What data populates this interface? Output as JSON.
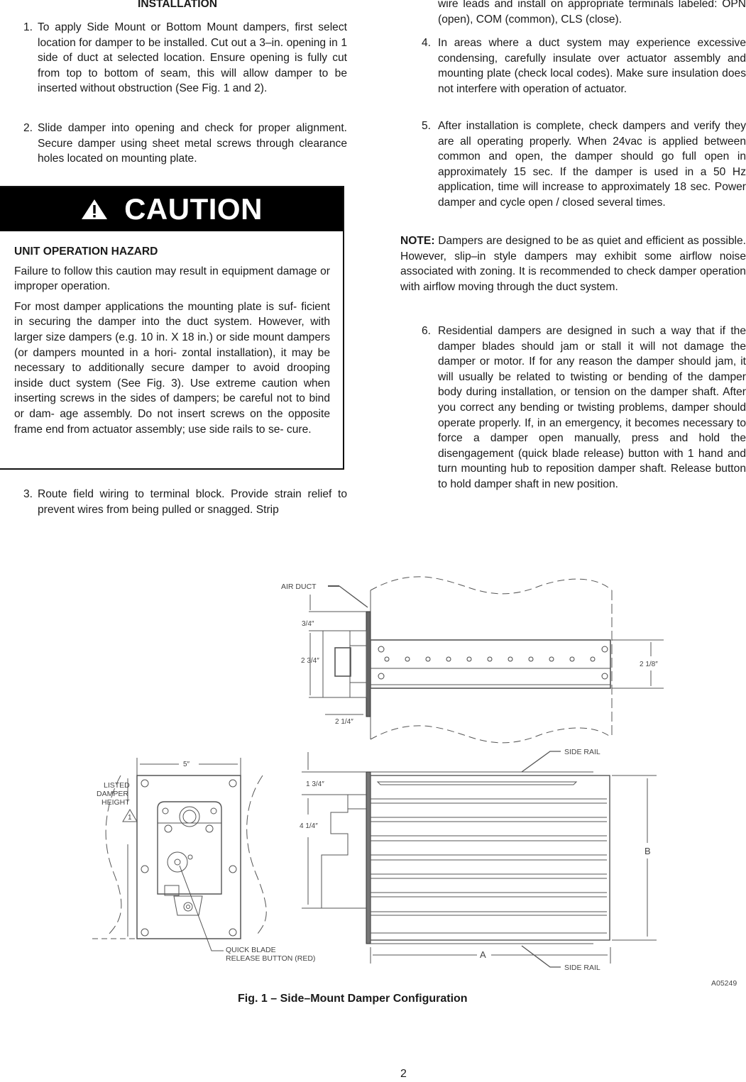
{
  "left_column": {
    "heading": "INSTALLATION",
    "items": [
      {
        "num": "1.",
        "text": "To apply Side Mount or Bottom Mount dampers, first select location for damper to be installed. Cut out a 3–in. opening in 1 side of duct at selected location. Ensure opening is fully cut from top to bottom of seam, this will allow damper to be inserted without obstruction (See Fig. 1 and 2)."
      },
      {
        "num": "2.",
        "text": "Slide damper into opening and check for proper alignment. Secure damper using sheet metal screws through clearance holes located on mounting plate."
      },
      {
        "num": "3.",
        "text": "Route field wiring to terminal block. Provide strain relief to prevent wires from being pulled or snagged. Strip"
      }
    ]
  },
  "caution": {
    "title": "CAUTION",
    "icon": "warning-triangle-icon",
    "hazard": "UNIT OPERATION HAZARD",
    "paragraphs": [
      "Failure to follow this caution may result in equipment damage or improper operation.",
      "For most damper applications the mounting plate is suf- ficient in securing the damper into the duct system. However, with larger size dampers (e.g. 10 in. X 18 in.) or side mount dampers (or dampers mounted in a hori- zontal installation), it may be necessary to additionally secure damper to avoid drooping inside duct system (See Fig. 3). Use extreme caution when inserting screws in the sides of dampers; be careful not to bind or dam- age assembly. Do not insert screws on the opposite frame end from actuator assembly; use side rails to se- cure."
    ]
  },
  "right_column": {
    "continuation": "wire leads and install on appropriate terminals labeled: OPN (open), COM (common), CLS (close).",
    "items": [
      {
        "num": "4.",
        "text": "In areas where a duct system may experience excessive condensing, carefully insulate over actuator assembly and mounting plate (check local codes). Make sure insulation does not interfere with operation of actuator."
      },
      {
        "num": "5.",
        "text": "After installation is complete, check dampers and verify they are all operating properly. When 24vac is applied between common and open, the damper should go full open in approximately 15 sec. If the damper is used in a 50 Hz application, time will increase to approximately 18 sec. Power damper and cycle open / closed several times."
      },
      {
        "num": "6.",
        "text": "Residential dampers are designed in such a way that if the damper blades should jam or stall it will not damage the damper or motor. If for any reason the damper should jam, it will usually be related to twisting or bending of the damper body during installation, or tension on the damper shaft. After you correct any bending or twisting problems, damper should operate properly. If, in an emergency, it becomes necessary to force a damper open manually, press and hold the disengagement (quick blade release) button with 1 hand and turn mounting hub to reposition damper shaft. Release button to hold damper shaft in new position."
      }
    ],
    "note": {
      "label": "NOTE:",
      "text": "Dampers are designed to be as quiet and efficient as possible. However, slip–in style dampers may exhibit some airflow noise associated with zoning. It is recommended to check damper operation with airflow moving through the duct system."
    }
  },
  "figure": {
    "labels": {
      "air_duct": "AIR DUCT",
      "dim_3_4": "3/4″",
      "dim_2_3_4": "2 3/4″",
      "dim_2_1_4": "2 1/4″",
      "dim_2_1_8": "2 1/8″",
      "side_rail_top": "SIDE RAIL",
      "side_rail_bottom": "SIDE RAIL",
      "dim_5": "5″",
      "listed_1": "LISTED",
      "listed_2": "DAMPER",
      "listed_3": "HEIGHT",
      "note_marker": "1",
      "dim_1_3_4": "1 3/4″",
      "dim_4_1_4": "4 1/4″",
      "dim_b": "B",
      "dim_a": "A",
      "quick_1": "QUICK BLADE",
      "quick_2": "RELEASE BUTTON (RED)",
      "code": "A05249"
    },
    "caption": "Fig. 1 – Side–Mount Damper Configuration"
  },
  "page_number": "2"
}
